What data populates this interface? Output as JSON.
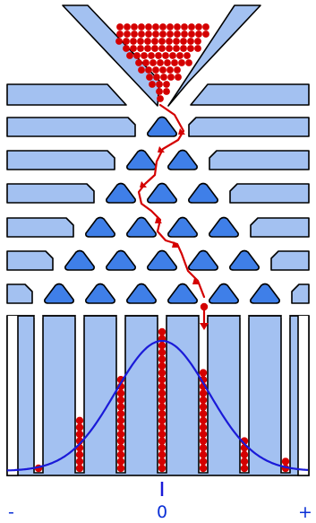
{
  "axis_labels": {
    "minus": "-",
    "zero": "0",
    "plus": "+"
  },
  "colors": {
    "board_fill": "#a3c1f1",
    "peg_fill": "#3f7fe8",
    "outline": "#000000",
    "ball": "#d40000",
    "curve": "#1a1ad8",
    "label": "#0a2fd6"
  },
  "bins": {
    "ball_counts": [
      1,
      8,
      14,
      21,
      15,
      5,
      2
    ],
    "empty_bins_at_edges": 2
  },
  "peg_rows": [
    1,
    2,
    3,
    4,
    5,
    6
  ],
  "curve": "normal-distribution"
}
